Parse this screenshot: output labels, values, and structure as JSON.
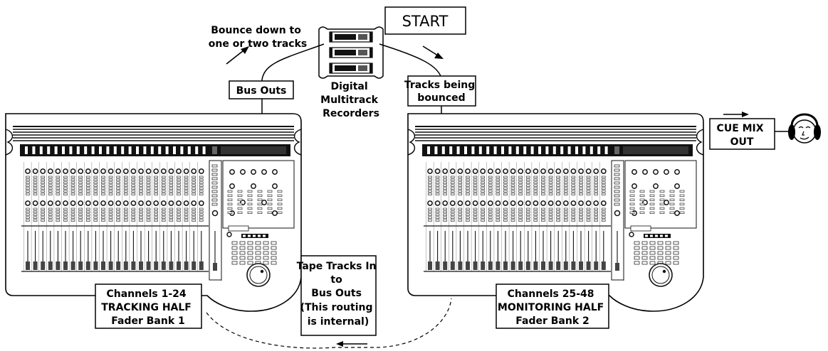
{
  "labels": {
    "start": "START",
    "bounce_note": [
      "Bounce down to",
      "one or two tracks"
    ],
    "recorders": [
      "Digital",
      "Multitrack",
      "Recorders"
    ],
    "bus_outs": "Bus Outs",
    "tracks_bounced": [
      "Tracks being",
      "bounced"
    ],
    "cue_mix": [
      "CUE MIX",
      "OUT"
    ],
    "tape_tracks": [
      "Tape Tracks In",
      "to",
      "Bus Outs",
      "(This routing",
      "is internal)"
    ],
    "left_console": [
      "Channels 1-24",
      "TRACKING HALF",
      "Fader Bank 1"
    ],
    "right_console": [
      "Channels 25-48",
      "MONITORING HALF",
      "Fader Bank 2"
    ]
  },
  "colors": {
    "line": "#000000",
    "fill": "#ffffff",
    "dark": "#111111"
  }
}
